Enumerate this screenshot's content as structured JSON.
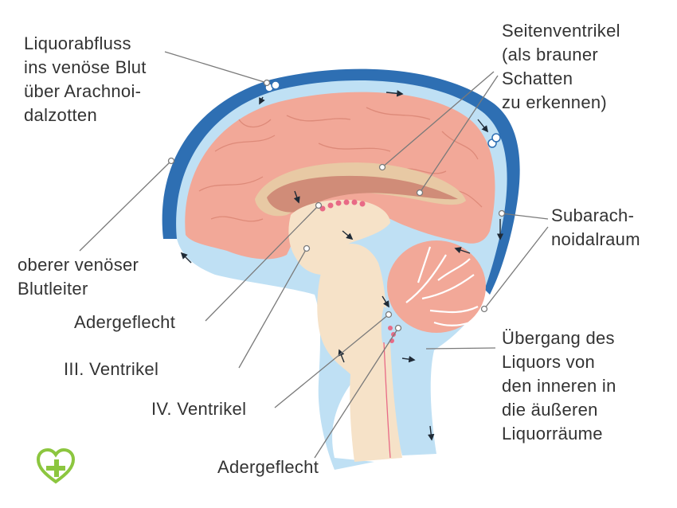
{
  "labels": {
    "liquorabfluss": [
      "Liquorabfluss",
      "ins venöse Blut",
      "über Arachnoi-",
      "dalzotten"
    ],
    "seitenventrikel": [
      "Seitenventrikel",
      "(als brauner",
      "Schatten",
      "zu erkennen)"
    ],
    "subarachnoidalraum": [
      "Subarach-",
      "noidalraum"
    ],
    "venoeser_blutleiter": [
      "oberer venöser",
      "Blutleiter"
    ],
    "adergeflecht_1": "Adergeflecht",
    "ventrikel_3": "III. Ventrikel",
    "ventrikel_4": "IV. Ventrikel",
    "adergeflecht_2": "Adergeflecht",
    "uebergang": [
      "Übergang des",
      "Liquors von",
      "den inneren in",
      "die äußeren",
      "Liquorräume"
    ]
  },
  "colors": {
    "vein": "#2e6fb3",
    "csf": "#bfe0f4",
    "cortex": "#f2a898",
    "ventricle": "#d08c78",
    "corpus_callosum": "#e8c9a4",
    "brainstem": "#f6e2c8",
    "choroid": "#e86a86",
    "logo": "#8cc63f"
  },
  "logo": {
    "icon": "heart-cross-icon"
  }
}
